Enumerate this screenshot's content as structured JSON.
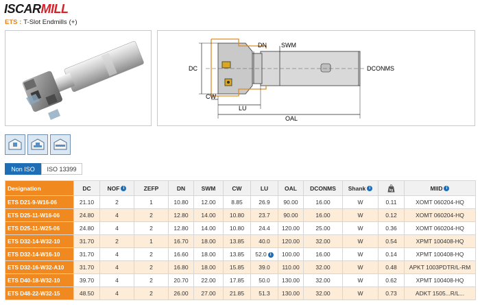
{
  "brand": {
    "logo_main": "ISCAR",
    "logo_accent": "MILL"
  },
  "header": {
    "family": "ETS :",
    "description": "T-Slot Endmills",
    "plus": "(+)"
  },
  "drawing": {
    "labels": {
      "dn": "DN",
      "swm": "SWM",
      "dc": "DC",
      "dconms": "DCONMS",
      "cw": "CW",
      "lu": "LU",
      "oal": "OAL"
    }
  },
  "app_icons": [
    "slotting-icon",
    "t-slot-icon",
    "side-milling-icon"
  ],
  "standards": {
    "tabs": [
      "Non ISO",
      "ISO 13399"
    ],
    "active": "Non ISO"
  },
  "table": {
    "columns": [
      "Designation",
      "DC",
      "NOF",
      "ZEFP",
      "DN",
      "SWM",
      "CW",
      "LU",
      "OAL",
      "DCONMS",
      "Shank",
      "",
      "MIID"
    ],
    "weight_icon_label": "kg",
    "rows": [
      {
        "designation": "ETS D21-9-W16-06",
        "dc": "21.10",
        "nof": "2",
        "zefp": "1",
        "dn": "10.80",
        "swm": "12.00",
        "cw": "8.85",
        "lu": "26.9",
        "oal": "90.00",
        "dconms": "16.00",
        "shank": "W",
        "weight": "0.11",
        "miid": "XOMT 060204-HQ"
      },
      {
        "designation": "ETS D25-11-W16-06",
        "dc": "24.80",
        "nof": "4",
        "zefp": "2",
        "dn": "12.80",
        "swm": "14.00",
        "cw": "10.80",
        "lu": "23.7",
        "oal": "90.00",
        "dconms": "16.00",
        "shank": "W",
        "weight": "0.12",
        "miid": "XOMT 060204-HQ"
      },
      {
        "designation": "ETS D25-11-W25-06",
        "dc": "24.80",
        "nof": "4",
        "zefp": "2",
        "dn": "12.80",
        "swm": "14.00",
        "cw": "10.80",
        "lu": "24.4",
        "oal": "120.00",
        "dconms": "25.00",
        "shank": "W",
        "weight": "0.36",
        "miid": "XOMT 060204-HQ"
      },
      {
        "designation": "ETS D32-14-W32-10",
        "dc": "31.70",
        "nof": "2",
        "zefp": "1",
        "dn": "16.70",
        "swm": "18.00",
        "cw": "13.85",
        "lu": "40.0",
        "oal": "120.00",
        "dconms": "32.00",
        "shank": "W",
        "weight": "0.54",
        "miid": "XPMT 100408-HQ"
      },
      {
        "designation": "ETS D32-14-W16-10",
        "dc": "31.70",
        "nof": "4",
        "zefp": "2",
        "dn": "16.60",
        "swm": "18.00",
        "cw": "13.85",
        "lu": "52.0",
        "lu_info": true,
        "oal": "100.00",
        "dconms": "16.00",
        "shank": "W",
        "weight": "0.14",
        "miid": "XPMT 100408-HQ"
      },
      {
        "designation": "ETS D32-16-W32-A10",
        "dc": "31.70",
        "nof": "4",
        "zefp": "2",
        "dn": "16.80",
        "swm": "18.00",
        "cw": "15.85",
        "lu": "39.0",
        "oal": "110.00",
        "dconms": "32.00",
        "shank": "W",
        "weight": "0.48",
        "miid": "APKT 1003PDTR/L-RM"
      },
      {
        "designation": "ETS D40-18-W32-10",
        "dc": "39.70",
        "nof": "4",
        "zefp": "2",
        "dn": "20.70",
        "swm": "22.00",
        "cw": "17.85",
        "lu": "50.0",
        "oal": "130.00",
        "dconms": "32.00",
        "shank": "W",
        "weight": "0.62",
        "miid": "XPMT 100408-HQ"
      },
      {
        "designation": "ETS D48-22-W32-15",
        "dc": "48.50",
        "nof": "4",
        "zefp": "2",
        "dn": "26.00",
        "swm": "27.00",
        "cw": "21.85",
        "lu": "51.3",
        "oal": "130.00",
        "dconms": "32.00",
        "shank": "W",
        "weight": "0.73",
        "miid": "ADKT 1505...R/L..."
      }
    ]
  },
  "colors": {
    "brand_red": "#d62128",
    "designation_orange": "#f08a20",
    "active_tab_blue": "#1e6db5",
    "row_alt": "#fcecd8"
  }
}
